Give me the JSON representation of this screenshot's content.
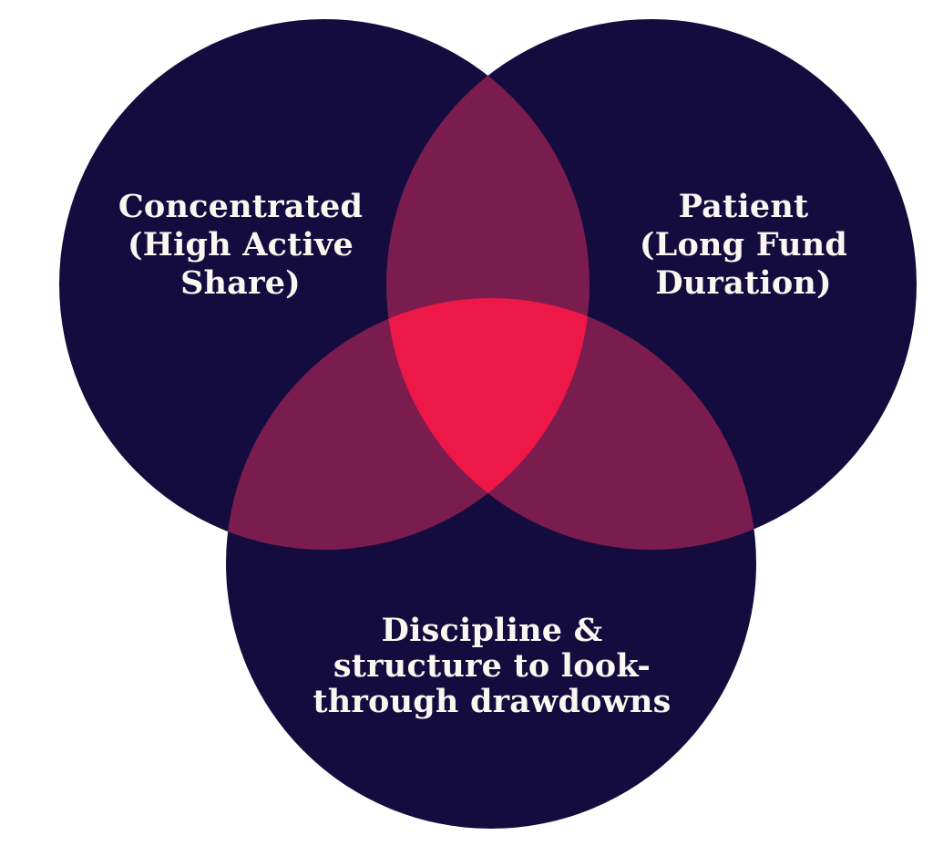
{
  "diagram": {
    "type": "venn",
    "background": "#ffffff",
    "colors": {
      "circle_fill": "#140C3E",
      "pairwise_overlap": "#7B1C4F",
      "triple_overlap": "#ED1748",
      "label_text": "#FAF7F1"
    },
    "sets": [
      {
        "name": "concentrated",
        "lines": [
          "Concentrated",
          "(High Active",
          "Share)"
        ]
      },
      {
        "name": "patient",
        "lines": [
          "Patient",
          "(Long Fund",
          "Duration)"
        ]
      },
      {
        "name": "discipline",
        "lines": [
          "Discipline &",
          "structure to look-",
          "through drawdowns"
        ]
      }
    ]
  }
}
